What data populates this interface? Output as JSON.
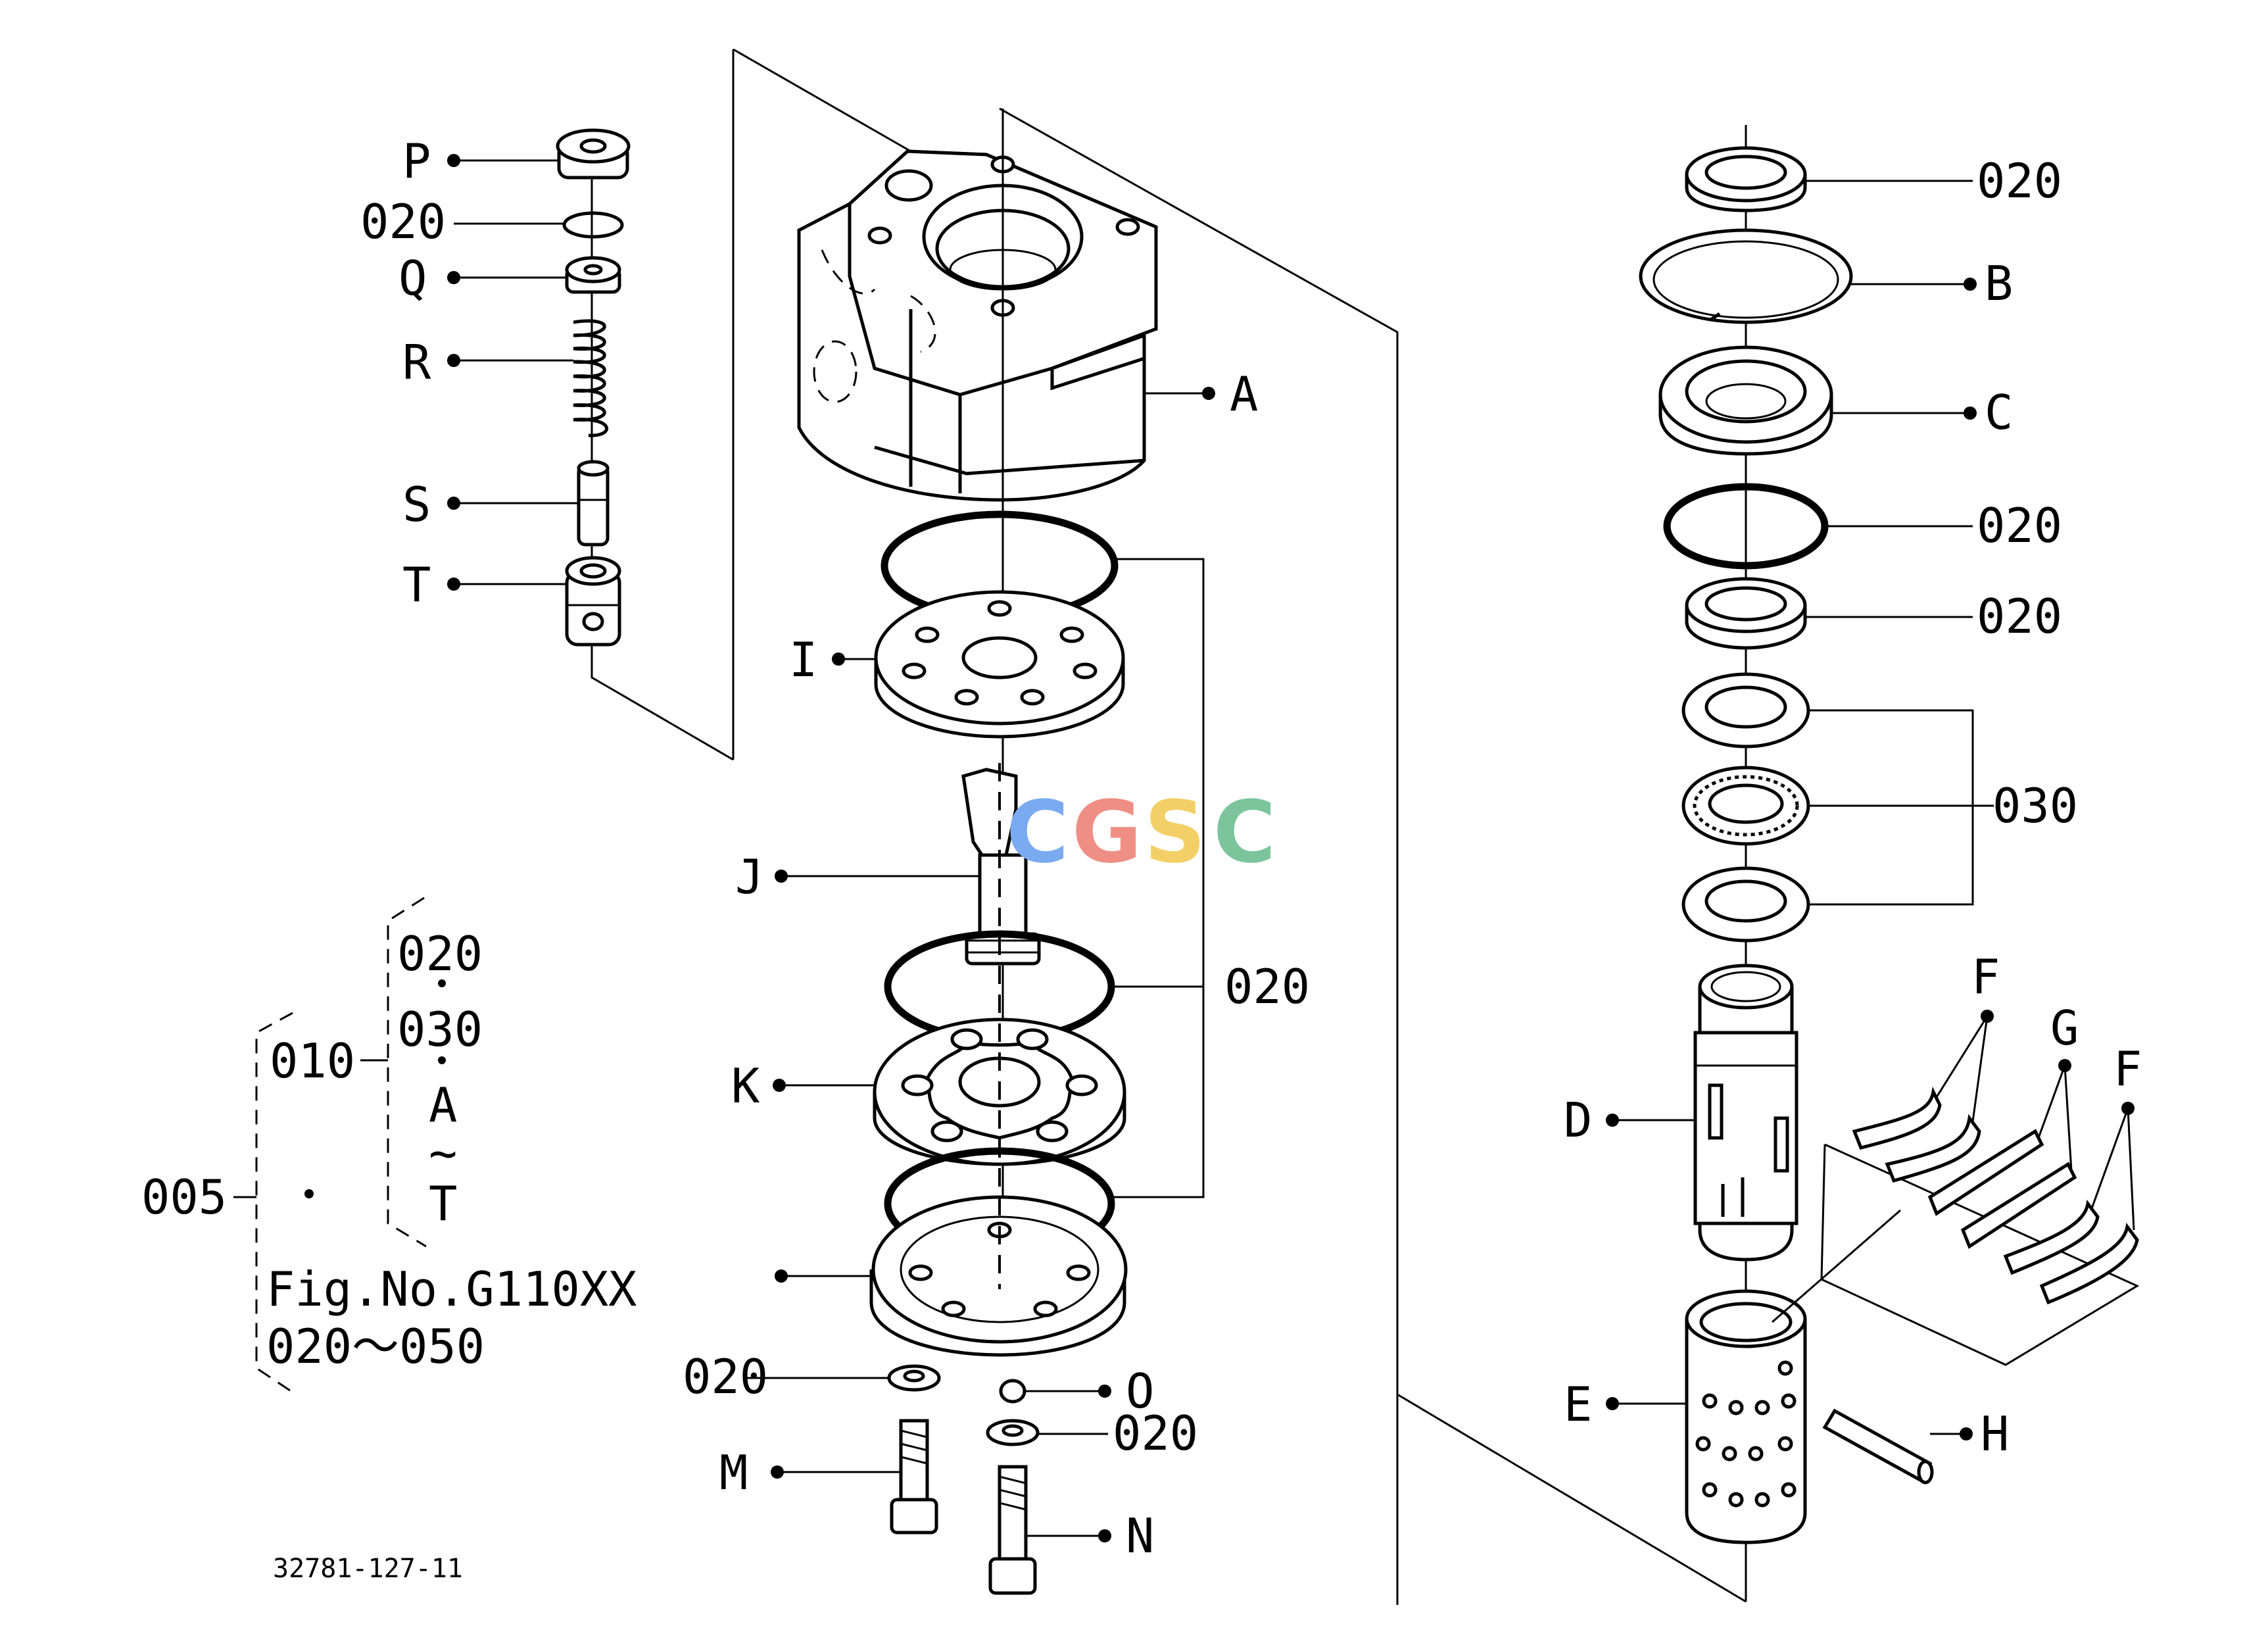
{
  "labels": {
    "P": "P",
    "o020_q": "020",
    "Q": "Q",
    "R": "R",
    "S": "S",
    "T": "T",
    "A": "A",
    "I": "I",
    "J": "J",
    "K": "K",
    "o020_mid": "020",
    "o020_washer": "020",
    "M": "M",
    "O": "O",
    "o020_n": "020",
    "N": "N",
    "r020_top": "020",
    "B": "B",
    "C": "C",
    "r020_ring": "020",
    "r020_bush": "020",
    "r030": "030",
    "D": "D",
    "E": "E",
    "H": "H",
    "F1": "F",
    "G": "G",
    "F2": "F"
  },
  "legend": {
    "l005": "005",
    "l010": "010",
    "l020": "020",
    "l030": "030",
    "lA": "A",
    "ltilde": "~",
    "lT": "T",
    "fig": "Fig.No.G110XX",
    "range": "020～050"
  },
  "drawing_number": "32781-127-11",
  "watermark": {
    "letters": [
      "C",
      "G",
      "S",
      "C"
    ],
    "colors": [
      "#7aaaf0",
      "#ef8e84",
      "#f3d067",
      "#7cc49c"
    ]
  }
}
